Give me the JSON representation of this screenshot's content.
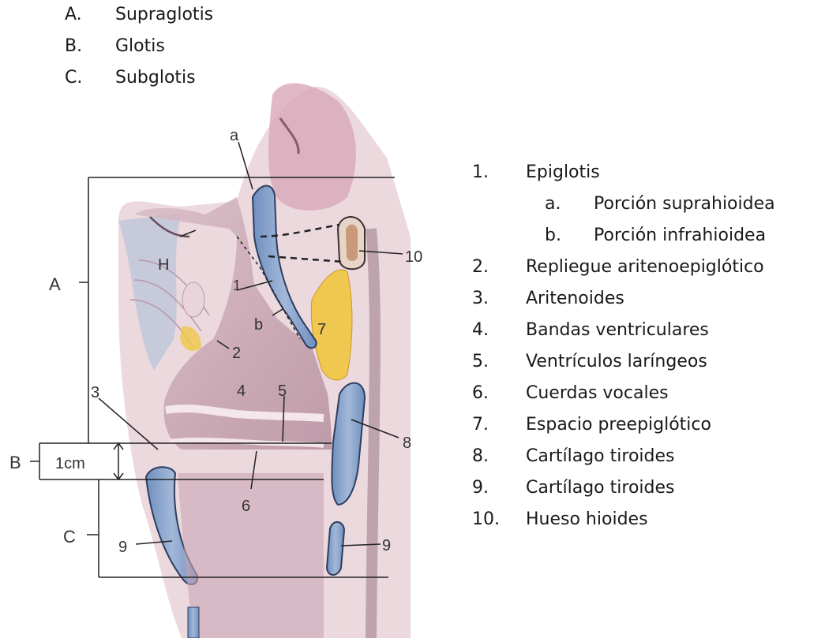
{
  "regions_legend": [
    {
      "letter": "A.",
      "name": "Supraglotis"
    },
    {
      "letter": "B.",
      "name": "Glotis"
    },
    {
      "letter": "C.",
      "name": "Subglotis"
    }
  ],
  "structures_legend": [
    {
      "num": "1.",
      "name": "Epiglotis"
    },
    {
      "num": "a.",
      "name": "Porción suprahioidea",
      "sub": true
    },
    {
      "num": "b.",
      "name": "Porción infrahioidea",
      "sub": true
    },
    {
      "num": "2.",
      "name": "Repliegue aritenoepiglótico"
    },
    {
      "num": "3.",
      "name": "Aritenoides"
    },
    {
      "num": "4.",
      "name": "Bandas ventriculares"
    },
    {
      "num": "5.",
      "name": "Ventrículos laríngeos"
    },
    {
      "num": "6.",
      "name": "Cuerdas vocales"
    },
    {
      "num": "7.",
      "name": "Espacio preepiglótico"
    },
    {
      "num": "8.",
      "name": "Cartílago tiroides"
    },
    {
      "num": "9.",
      "name": "Cartílago tiroides"
    },
    {
      "num": "10.",
      "name": "Hueso hioides"
    }
  ],
  "figure_labels": {
    "a": "a",
    "b": "b",
    "one": "1",
    "two": "2",
    "three": "3",
    "four": "4",
    "five": "5",
    "six": "6",
    "seven": "7",
    "eight": "8",
    "nine_left": "9",
    "nine_right": "9",
    "ten": "10",
    "H": "H",
    "A": "A",
    "B": "B",
    "C": "C",
    "measure": "1cm"
  },
  "colors": {
    "mucosa": "#c8a8b6",
    "cartilage": "#8fa8cc",
    "fat": "#f0c850",
    "tissue": "#e2c4cc"
  }
}
